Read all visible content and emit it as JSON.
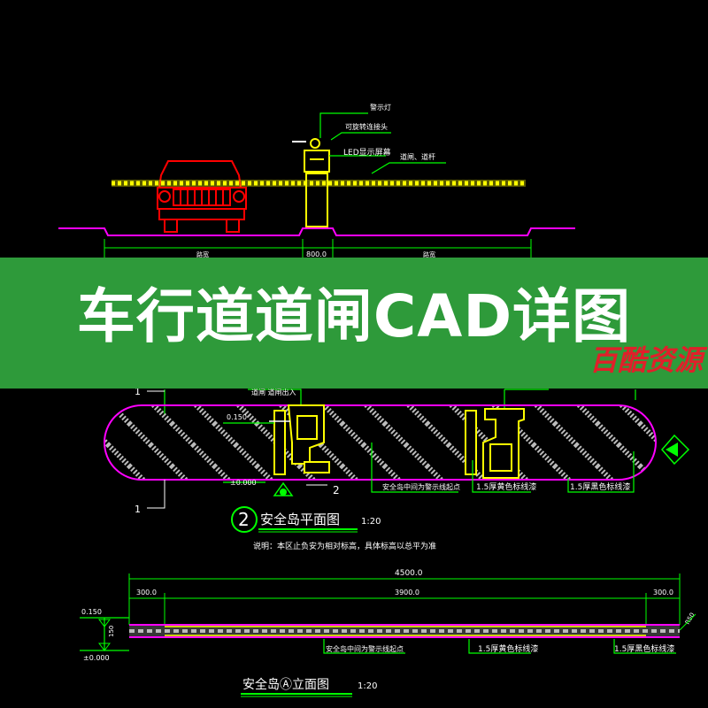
{
  "banner": {
    "title": "车行道道闸CAD详图",
    "watermark": "百酷资源"
  },
  "elevation_labels": {
    "warning_light": "警示灯",
    "pole_joint": "可旋转连接头",
    "led_screen": "LED显示屏幕",
    "barrier_arm": "道闸、道杆",
    "lane_left": "路宽",
    "gate_width": "800.0",
    "lane_right": "路宽"
  },
  "plan_labels": {
    "top_callout": "道闸 道闸出入",
    "level_left_top": "0.150",
    "level_left_bottom": "±0.000",
    "section_mark_1_top": "1",
    "section_mark_1_bottom": "1",
    "section_mark_2": "2",
    "leader_center": "安全岛中间为警示线起点",
    "leader_yellow": "1.5厚黄色标线漆",
    "leader_black": "1.5厚黑色标线漆",
    "title_number": "2",
    "title": "安全岛平面图",
    "scale": "1:20",
    "note": "说明：本区止负安为相对标高，具体标高以总平为准"
  },
  "section_labels": {
    "total_length": "4500.0",
    "left_end": "300.0",
    "middle": "3900.0",
    "right_end": "300.0",
    "level_top": "0.150",
    "level_bottom": "±0.000",
    "height": "150",
    "radius": "R50",
    "leader_center": "安全岛中间为警示线起点",
    "leader_yellow": "1.5厚黄色标线漆",
    "leader_black": "1.5厚黑色标线漆",
    "title": "安全岛Ⓐ立面图",
    "scale": "1:20"
  },
  "colors": {
    "background": "#000000",
    "banner": "#2e9a3a",
    "watermark": "#e0202a",
    "cad_white": "#ffffff",
    "cad_yellow": "#ffff00",
    "cad_green": "#00ff00",
    "cad_magenta": "#ff00ff",
    "cad_red": "#ff0000"
  }
}
